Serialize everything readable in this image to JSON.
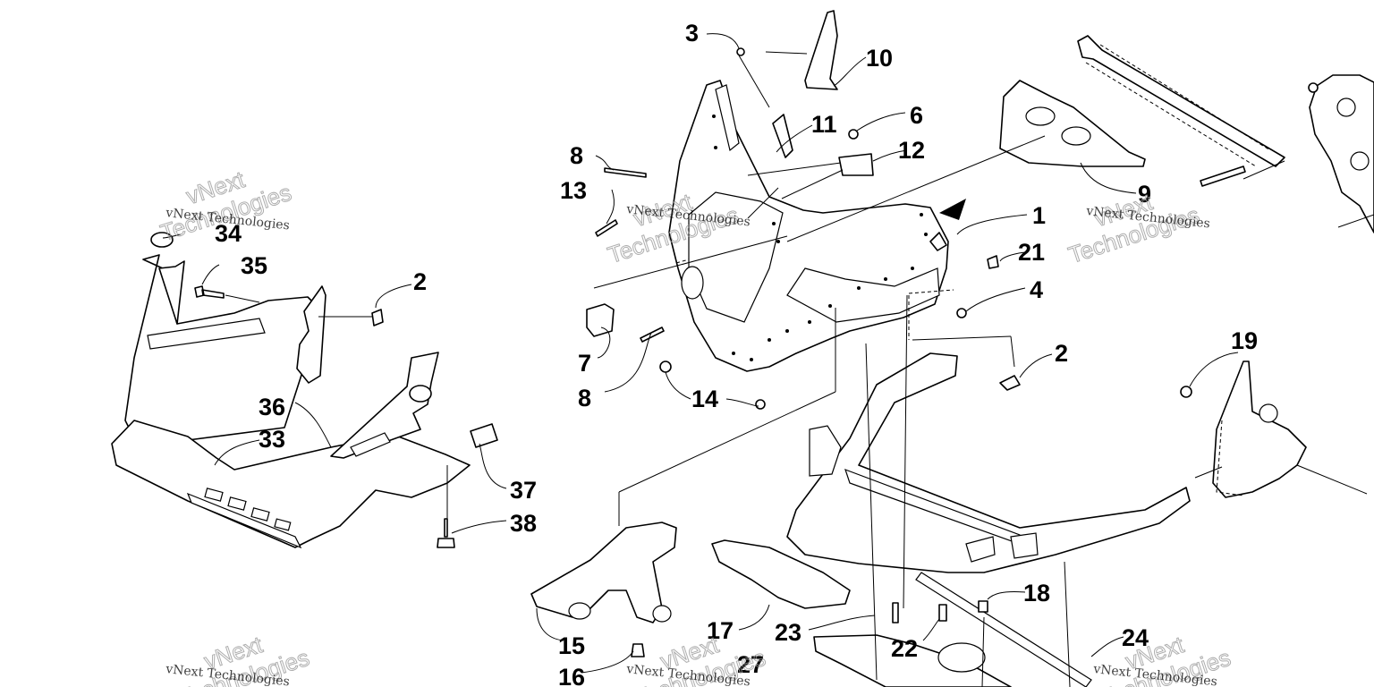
{
  "callouts": [
    "1",
    "2",
    "2",
    "3",
    "4",
    "6",
    "7",
    "8",
    "8",
    "9",
    "10",
    "11",
    "12",
    "13",
    "14",
    "15",
    "16",
    "17",
    "18",
    "19",
    "21",
    "22",
    "23",
    "24",
    "27",
    "33",
    "34",
    "35",
    "36",
    "37",
    "38"
  ],
  "watermark": {
    "company": "vNext Technologies",
    "line1": "vNext",
    "line2": "Technologies"
  }
}
